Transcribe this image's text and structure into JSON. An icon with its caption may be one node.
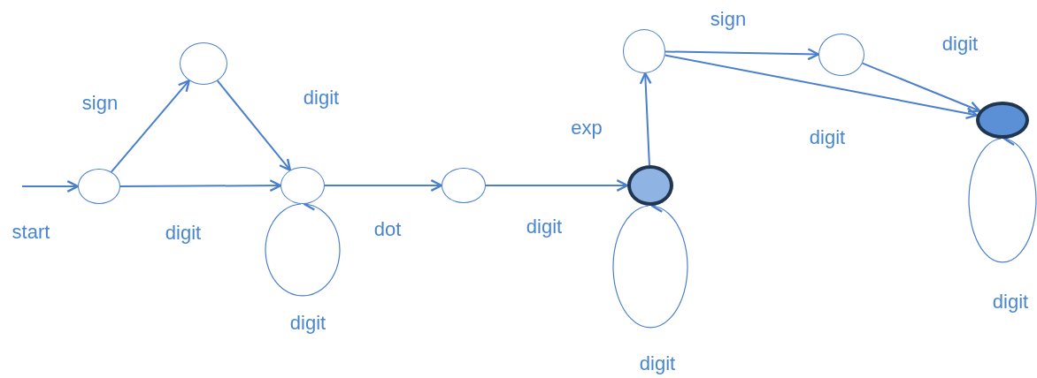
{
  "diagram": {
    "nodes": [
      {
        "text": [],
        "shape": "circle"
      },
      {
        "text": [],
        "shape": "circle"
      },
      {
        "text": [],
        "shape": "circle"
      },
      {
        "text": [],
        "shape": "circle"
      },
      {
        "text": [],
        "shape": "circle"
      },
      {
        "text": [],
        "shape": "circle"
      },
      {
        "text": [],
        "shape": "circle"
      },
      {
        "text": [],
        "shape": "circle"
      }
    ],
    "edges": [
      {
        "from": null,
        "to": 0,
        "arrow": "to",
        "label": "start"
      },
      {
        "from": 0,
        "to": 1,
        "arrow": "to",
        "label": "sign"
      },
      {
        "from": 1,
        "to": 2,
        "arrow": "to",
        "label": "digit"
      },
      {
        "from": 0,
        "to": 2,
        "arrow": "to",
        "label": "digit"
      },
      {
        "from": 2,
        "to": 2,
        "arrow": "to",
        "label": "digit"
      },
      {
        "from": 2,
        "to": 3,
        "arrow": "to",
        "label": "dot"
      },
      {
        "from": 3,
        "to": 4,
        "arrow": "to",
        "label": "digit"
      },
      {
        "from": 4,
        "to": 4,
        "arrow": "to",
        "label": "digit"
      },
      {
        "from": 4,
        "to": 5,
        "arrow": "to",
        "label": "exp"
      },
      {
        "from": 5,
        "to": 6,
        "arrow": "to",
        "label": "sign"
      },
      {
        "from": 6,
        "to": 7,
        "arrow": "to",
        "label": "digit"
      },
      {
        "from": 5,
        "to": 7,
        "arrow": "to",
        "label": "digit"
      },
      {
        "from": 7,
        "to": 7,
        "arrow": "to",
        "label": "digit"
      }
    ]
  }
}
